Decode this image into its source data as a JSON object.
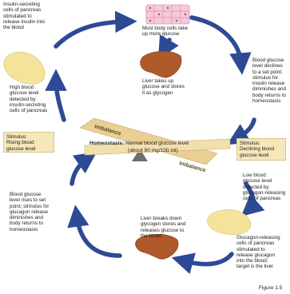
{
  "labels": {
    "insulin_secreting": "Insulin-secreting\ncells of pancreas\nstimulated to\nrelease insulin into\nthe blood",
    "body_cells": "Most body cells take\nup more glucose",
    "liver_takes": "Liver takes up\nglucose and stores\nit as glycogen",
    "decline": "Blood glucose\nlevel declines\nto a set point;\nstimulus for\ninsulin release\ndiminishes and\nbody returns to\nhomeostasis",
    "high_detected": "High blood\nglucose level\ndetected by\ninsulin-secreting\ncells of pancreas",
    "low_detected": "Low blood\nglucose level\ndetected by\nglucagon-releasing\ncells of pancreas",
    "rises": "Blood glucose\nlevel rises to set\npoint; stimulus for\nglucagon release\ndiminishes and\nbody returns to\nhomeostasis",
    "liver_breaks": "Liver breaks down\nglycogen stores and\nreleases glucose to\nthe blood",
    "glucagon_cells": "Glucagon-releasing\ncells of pancreas\nstimulated to\nrelease glucagon\ninto the blood;\ntarget is the liver"
  },
  "boxes": {
    "stim_rising": "Stimulus:\nRising blood\nglucose level",
    "stim_declining": "Stimulus:\nDeclining blood\nglucose level"
  },
  "homeostasis": {
    "title": "Homeostasis:",
    "text": " Normal blood glucose level",
    "sub": "(about 90 mg/100 ml)"
  },
  "imbalance_top": "Imbalance",
  "imbalance_bottom": "Imbalance",
  "figure_label": "Figure 1.5",
  "colors": {
    "arrow": "#2d4a95",
    "plank": "#e9cf93",
    "liver": "#b0592a",
    "pancreas": "#f4e39a",
    "cells": "#f7c9d8"
  }
}
